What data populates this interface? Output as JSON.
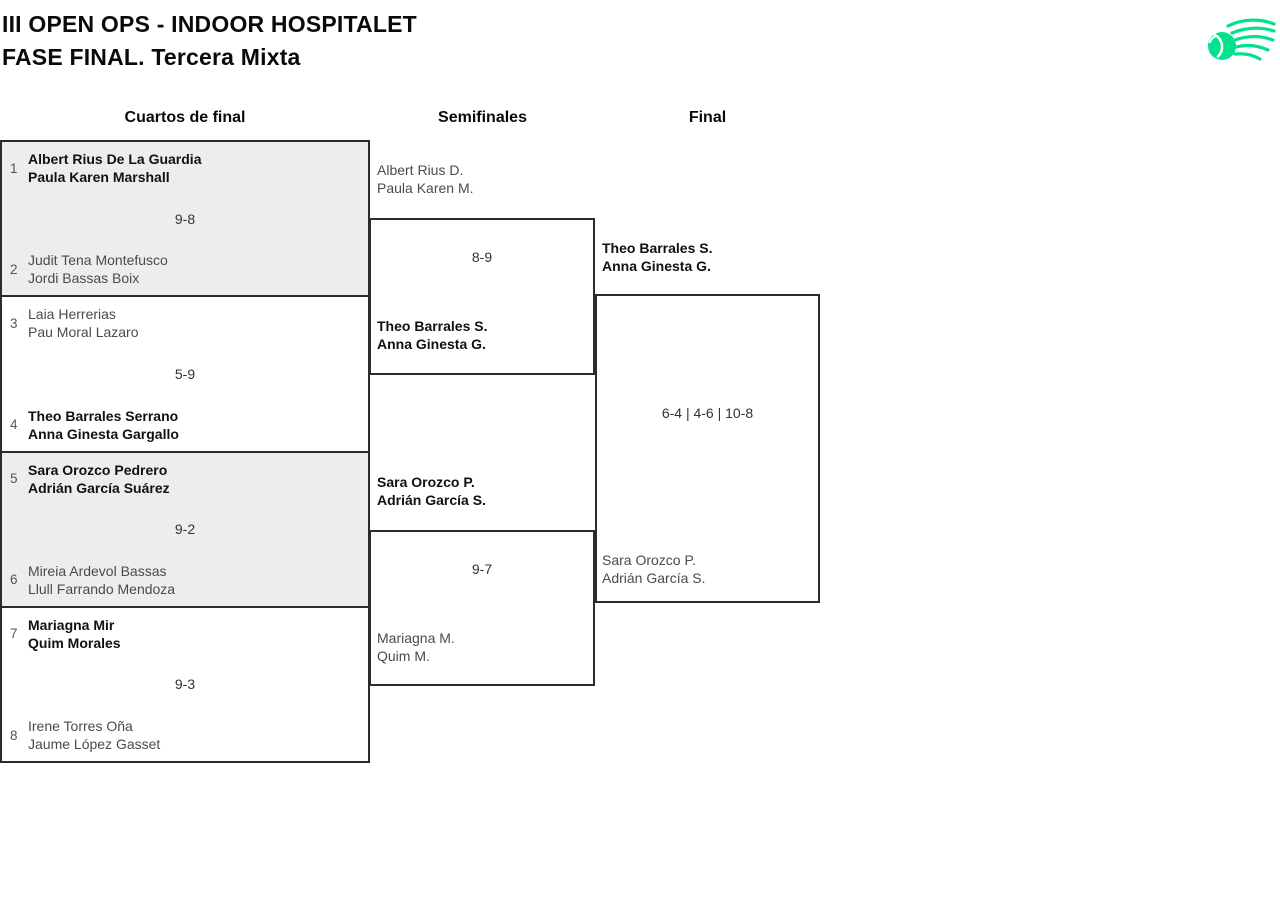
{
  "page": {
    "title_line1": "III OPEN OPS - INDOOR HOSPITALET",
    "title_line2": "FASE FINAL. Tercera Mixta"
  },
  "logo": {
    "icon": "ball-swoosh-logo",
    "color": "#00E38C"
  },
  "columns": [
    {
      "label": "Cuartos de final"
    },
    {
      "label": "Semifinales"
    },
    {
      "label": "Final"
    }
  ],
  "quarterfinals": [
    {
      "top": {
        "seed": "1",
        "players": [
          "Albert Rius De La Guardia",
          "Paula Karen Marshall"
        ],
        "winner": true
      },
      "score": "9-8",
      "bottom": {
        "seed": "2",
        "players": [
          "Judit Tena Montefusco",
          "Jordi Bassas Boix"
        ],
        "winner": false
      }
    },
    {
      "top": {
        "seed": "3",
        "players": [
          "Laia Herrerias",
          "Pau Moral Lazaro"
        ],
        "winner": false
      },
      "score": "5-9",
      "bottom": {
        "seed": "4",
        "players": [
          "Theo Barrales Serrano",
          "Anna Ginesta Gargallo"
        ],
        "winner": true
      }
    },
    {
      "top": {
        "seed": "5",
        "players": [
          "Sara Orozco Pedrero",
          "Adrián García Suárez"
        ],
        "winner": true
      },
      "score": "9-2",
      "bottom": {
        "seed": "6",
        "players": [
          "Mireia Ardevol Bassas",
          "Llull Farrando Mendoza"
        ],
        "winner": false
      }
    },
    {
      "top": {
        "seed": "7",
        "players": [
          "Mariagna Mir",
          "Quim Morales"
        ],
        "winner": true
      },
      "score": "9-3",
      "bottom": {
        "seed": "8",
        "players": [
          "Irene Torres Oña",
          "Jaume López Gasset"
        ],
        "winner": false
      }
    }
  ],
  "semifinals": [
    {
      "top": {
        "players": [
          "Albert Rius D.",
          "Paula Karen M."
        ],
        "winner": false
      },
      "score": "8-9",
      "bottom": {
        "players": [
          "Theo Barrales S.",
          "Anna Ginesta G."
        ],
        "winner": true
      }
    },
    {
      "top": {
        "players": [
          "Sara Orozco P.",
          "Adrián García S."
        ],
        "winner": true
      },
      "score": "9-7",
      "bottom": {
        "players": [
          "Mariagna M.",
          "Quim M."
        ],
        "winner": false
      }
    }
  ],
  "final": {
    "top": {
      "players": [
        "Theo Barrales S.",
        "Anna Ginesta G."
      ],
      "winner": true
    },
    "score": "6-4 | 4-6 | 10-8",
    "bottom": {
      "players": [
        "Sara Orozco P.",
        "Adrián García S."
      ],
      "winner": false
    }
  },
  "colors": {
    "accent_green": "#00E38C",
    "panel_gray": "#ededed",
    "border": "#2c2c2c",
    "text_primary": "#111111",
    "text_secondary": "#4b4b4b"
  }
}
